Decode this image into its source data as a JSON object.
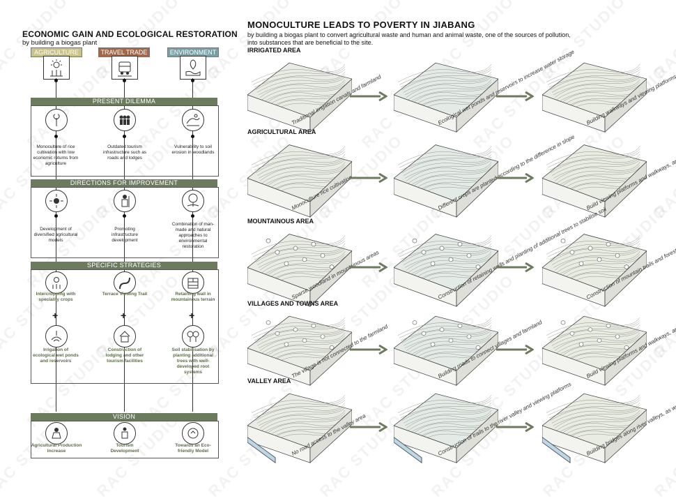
{
  "left": {
    "title": "ECONOMIC GAIN AND ECOLOGICAL RESTORATION",
    "subtitle": "by building a biogas plant",
    "categories": [
      "AGRICULTURE",
      "TRAVEL TRADE",
      "ENVIRONMENT"
    ],
    "sections": {
      "dilemma": "PRESENT DILEMMA",
      "directions": "DIRECTIONS FOR IMPROVEMENT",
      "strategies": "SPECIFIC STRATEGIES",
      "vision": "VISION"
    },
    "dilemma_items": [
      "Monoculture of rice cultivation with low economic returns from agriculture",
      "Outdated tourism infrastructure such as roads and lodges",
      "Vulnerability to soil erosion in woodlands"
    ],
    "direction_items": [
      "Development of diversified agricultural models",
      "Promoting infrastructure development",
      "Combination of man-made and natural approaches to environmental restoration"
    ],
    "strategy_top": [
      "Intercropping with speciality crops",
      "Terrace Viewing Trail",
      "Retaining wall in mountainous terrain"
    ],
    "strategy_bottom": [
      "Irrigation of ecological wet ponds and reservoirs",
      "Construction of lodging and other tourism facilities",
      "Soil stabilisation by planting additional trees with well-developed root systems"
    ],
    "vision_items": [
      "Agricultural Production Increase",
      "Tourism Development",
      "Towards an Eco-friendly Model"
    ]
  },
  "right": {
    "title": "MONOCULTURE LEADS TO POVERTY IN JIABANG",
    "subtitle": "by building a biogas plant to convert agricultural waste and human and animal waste, one of the sources of pollution, into substances that are beneficial to the site.",
    "areas": [
      {
        "name": "IRRIGATED AREA",
        "steps": [
          "Traditional irrigation canals and farmland",
          "Ecological wet ponds and reservoirs to increase water storage",
          "Building walkways and viewing platforms"
        ]
      },
      {
        "name": "AGRICULTURAL AREA",
        "steps": [
          "Monoculture rice cultivation",
          "Different crops are planted according to the difference in slope",
          "Build viewing platforms and walkways, and interactive nodes"
        ]
      },
      {
        "name": "MOUNTAINOUS AREA",
        "steps": [
          "Sparse woodland in mountainous areas",
          "Construction of retaining walls and planting of additional trees to stabilise soil",
          "Construction of mountain trails and forest activity places"
        ]
      },
      {
        "name": "VILLAGES AND TOWNS AREA",
        "steps": [
          "The village is not connected to the farmland",
          "Building roads to connect villages and farmland",
          "Build viewing platforms and walkways, and interactive nodes"
        ]
      },
      {
        "name": "VALLEY AREA",
        "steps": [
          "No road access to the valley area",
          "Construction of trails to the river valley and viewing platforms",
          "Building bridges along river valleys, as well as creating interactive nodes"
        ]
      }
    ]
  },
  "watermark": "RAC STUDIO",
  "colors": {
    "bar": "#6c7a5e",
    "agri": "#c9c38a",
    "travel": "#a3684a",
    "env": "#7aa0a5",
    "arrow": "#6c7a5e"
  }
}
